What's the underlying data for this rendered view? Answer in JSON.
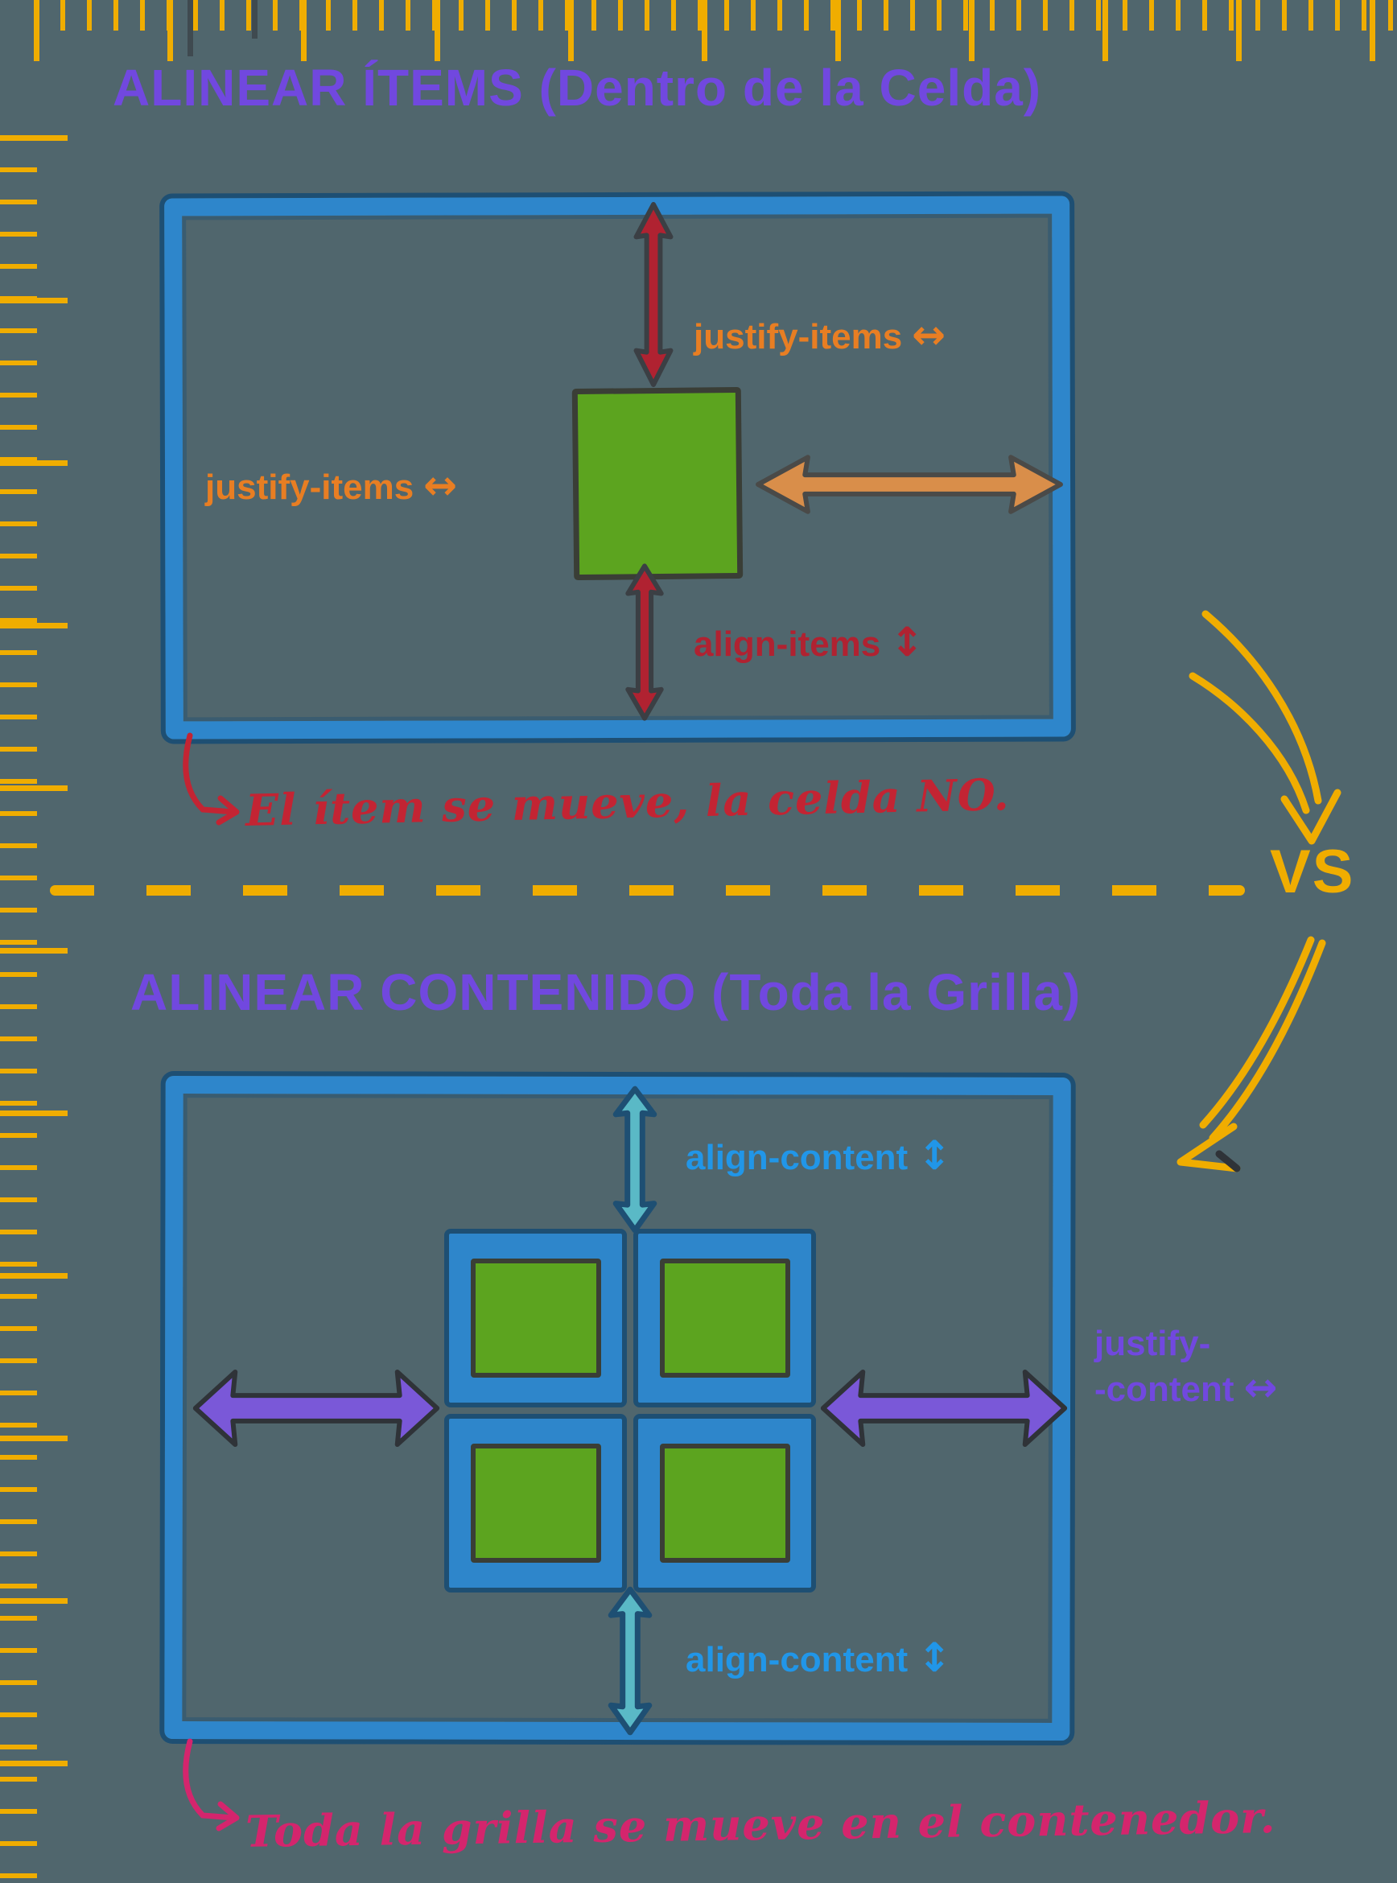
{
  "colors": {
    "bg": "#50666d",
    "yellow": "#f0ad00",
    "purple-title": "#7148df",
    "blue-border": "#2e86cb",
    "blue-dark": "#1e4f73",
    "blue-label": "#2196e8",
    "green": "#5ca41f",
    "green-outline": "#3a3e36",
    "red": "#b02231",
    "red-script": "#c32433",
    "orange": "#e87e23",
    "orange-arrow": "#d98e4a",
    "cyan": "#5ab9c6",
    "purple-arrow": "#7a58d8",
    "pink": "#d4256d",
    "outline-dark": "#3b3f44"
  },
  "section_items": {
    "title": "ALINEAR ÍTEMS (Dentro de la Celda)",
    "labels": {
      "justify_top": "justify-items",
      "justify_left": "justify-items",
      "align": "align-items",
      "h_glyph": "↔",
      "v_glyph": "↕"
    },
    "note": "El ítem se mueve, la celda NO."
  },
  "divider": {
    "vs": "VS"
  },
  "section_content": {
    "title": "ALINEAR CONTENIDO (Toda la Grilla)",
    "labels": {
      "align_top": "align-content",
      "align_bottom": "align-content",
      "justify_line1": "justify-",
      "justify_line2": "-content",
      "h_glyph": "↔",
      "v_glyph": "↕"
    },
    "note": "Toda la grilla se mueve en el contenedor."
  }
}
